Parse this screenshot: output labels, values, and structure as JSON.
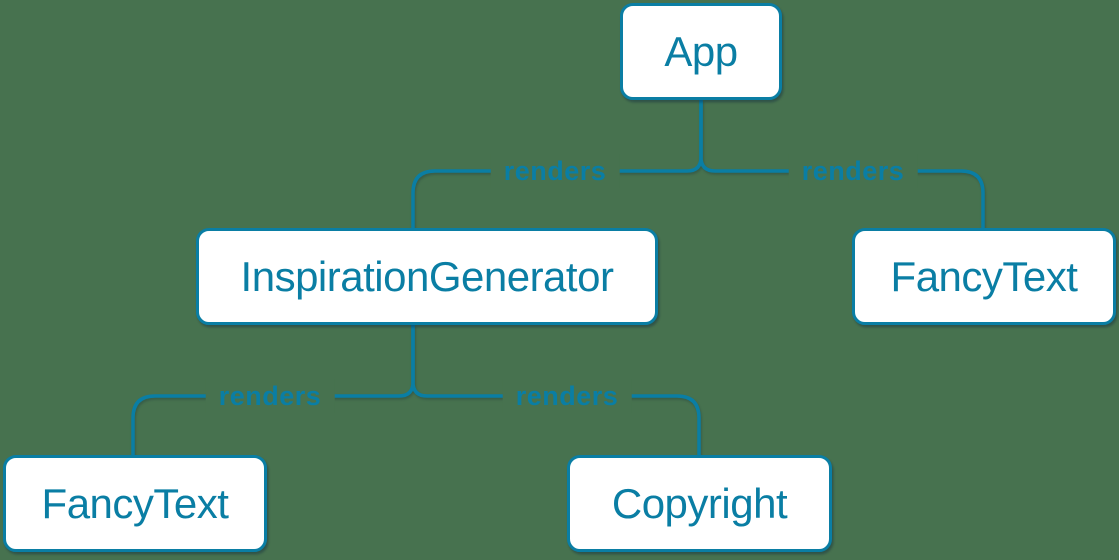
{
  "diagram": {
    "description": "React component render tree",
    "colors": {
      "background": "#47724f",
      "accent": "#0a7ea4",
      "node_background": "#ffffff"
    },
    "nodes": [
      {
        "id": "app",
        "label": "App"
      },
      {
        "id": "inspiration-generator",
        "label": "InspirationGenerator"
      },
      {
        "id": "fancy-text-top",
        "label": "FancyText"
      },
      {
        "id": "fancy-text-bottom",
        "label": "FancyText"
      },
      {
        "id": "copyright",
        "label": "Copyright"
      }
    ],
    "edges": [
      {
        "from": "App",
        "to": "InspirationGenerator",
        "label": "renders"
      },
      {
        "from": "App",
        "to": "FancyText",
        "label": "renders"
      },
      {
        "from": "InspirationGenerator",
        "to": "FancyText",
        "label": "renders"
      },
      {
        "from": "InspirationGenerator",
        "to": "Copyright",
        "label": "renders"
      }
    ]
  }
}
